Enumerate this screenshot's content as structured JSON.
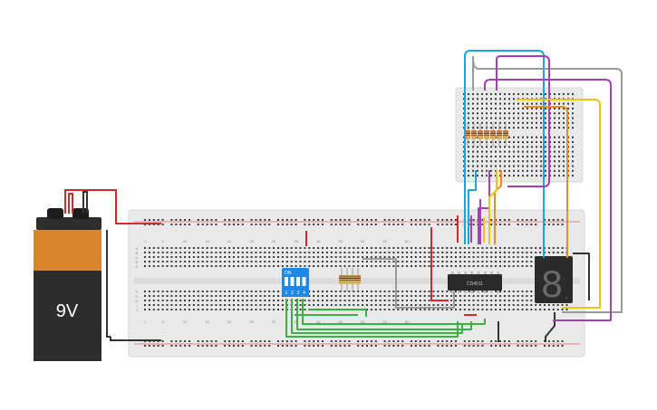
{
  "battery": {
    "label": "9V"
  },
  "chip": {
    "label": "CD4511"
  },
  "dip_switch": {
    "on_label": "ON",
    "switch_numbers": [
      "1",
      "2",
      "3",
      "4"
    ]
  },
  "display": {
    "digit": "8",
    "decimal_point": "."
  },
  "breadboard_main": {
    "column_labels": [
      "1",
      "5",
      "10",
      "15",
      "20",
      "25",
      "30",
      "35",
      "40",
      "45",
      "50",
      "55",
      "60"
    ],
    "row_labels_top": [
      "A",
      "B",
      "C",
      "D",
      "E"
    ],
    "row_labels_bottom": [
      "F",
      "G",
      "H",
      "I",
      "J"
    ]
  },
  "colors": {
    "red_wire": "#d62828",
    "black_wire": "#333333",
    "green_wire": "#3cb043",
    "gray_wire": "#9a9a9a",
    "blue_wire": "#1aa7d6",
    "purple_wire": "#a43fb5",
    "yellow_wire": "#e6c619",
    "orange_wire": "#f08c1e",
    "breadboard": "#e9e9e9",
    "battery_top": "#d8852b",
    "battery_body": "#2d2d2d"
  }
}
